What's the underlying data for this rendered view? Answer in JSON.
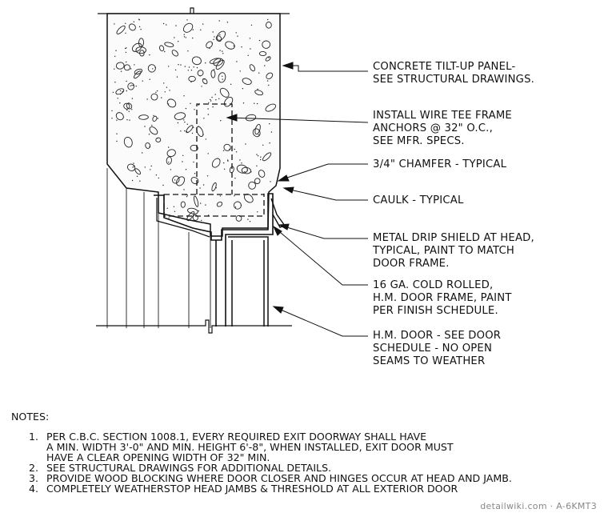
{
  "callouts": [
    {
      "lines": [
        "CONCRETE TILT-UP PANEL-",
        "SEE STRUCTURAL DRAWINGS."
      ]
    },
    {
      "lines": [
        "INSTALL WIRE TEE FRAME",
        "ANCHORS @ 32\" O.C.,",
        "SEE MFR. SPECS."
      ]
    },
    {
      "lines": [
        "3/4\" CHAMFER - TYPICAL"
      ]
    },
    {
      "lines": [
        "CAULK - TYPICAL"
      ]
    },
    {
      "lines": [
        "METAL DRIP SHIELD AT HEAD,",
        "TYPICAL, PAINT TO MATCH",
        "DOOR FRAME."
      ]
    },
    {
      "lines": [
        "16 GA. COLD ROLLED,",
        "H.M. DOOR FRAME, PAINT",
        "PER FINISH SCHEDULE."
      ]
    },
    {
      "lines": [
        "H.M. DOOR - SEE DOOR",
        "SCHEDULE - NO OPEN",
        "SEAMS TO WEATHER"
      ]
    }
  ],
  "notes": {
    "heading": "NOTES:",
    "items": [
      {
        "num": "1.",
        "lines": [
          "PER C.B.C. SECTION 1008.1, EVERY REQUIRED EXIT DOORWAY SHALL HAVE",
          "A MIN. WIDTH 3'-0\" AND MIN. HEIGHT 6'-8\", WHEN INSTALLED, EXIT DOOR MUST",
          "HAVE A CLEAR OPENING WIDTH OF 32\" MIN."
        ]
      },
      {
        "num": "2.",
        "lines": [
          "SEE STRUCTURAL DRAWINGS FOR ADDITIONAL DETAILS."
        ]
      },
      {
        "num": "3.",
        "lines": [
          "PROVIDE WOOD BLOCKING WHERE DOOR CLOSER AND HINGES OCCUR AT HEAD AND JAMB."
        ]
      },
      {
        "num": "4.",
        "lines": [
          "COMPLETELY WEATHERSTOP HEAD JAMBS & THRESHOLD AT ALL EXTERIOR DOOR"
        ]
      }
    ]
  },
  "watermark": "detailwiki.com · A-6KMT3"
}
